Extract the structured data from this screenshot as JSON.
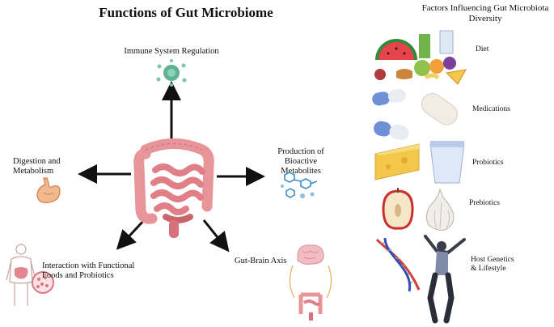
{
  "left_panel": {
    "title": "Functions of Gut Microbiome",
    "functions": {
      "immune": "Immune System Regulation",
      "digestion": "Digestion and Metabolism",
      "bioactive_line1": "Production of Bioactive",
      "bioactive_line2": "Metabolites",
      "functional_line1": "Interaction with Functional",
      "functional_line2": "Foods and Probiotics",
      "gut_brain": "Gut-Brain Axis"
    }
  },
  "right_panel": {
    "title_line1": "Factors Influencing Gut Microbiota",
    "title_line2": "Diversity",
    "factors": {
      "diet": "Diet",
      "medications": "Medications",
      "probiotics": "Probiotics",
      "prebiotics": "Prebiotics",
      "host_line1": "Host Genetics",
      "host_line2": "& Lifestyle"
    }
  },
  "colors": {
    "intestine": "#e8959a",
    "intestine_dark": "#c8666e",
    "arrow": "#111111",
    "immune_cell": "#5fb394",
    "molecule": "#3b8fc8",
    "pill_blue": "#6f8fd6",
    "cheese": "#f3c84a",
    "dna_red": "#d43b3b",
    "dna_blue": "#3050b8"
  }
}
